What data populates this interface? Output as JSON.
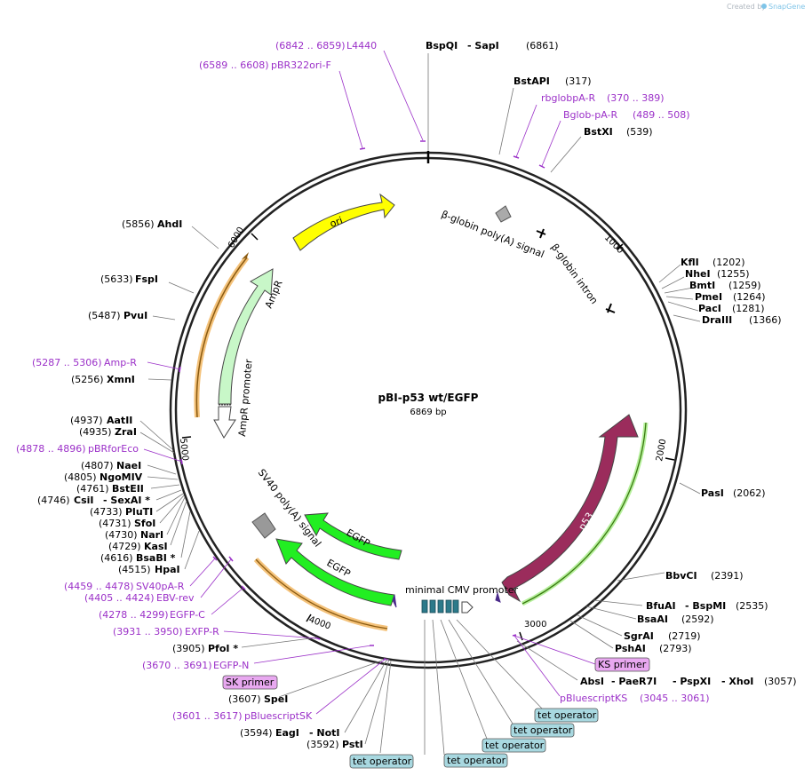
{
  "watermark": {
    "text": "Created by",
    "brand": "SnapGene"
  },
  "plasmid": {
    "name": "pBI-p53 wt/EGFP",
    "size": "6869 bp"
  },
  "ruler": [
    "1000",
    "2000",
    "3000",
    "4000",
    "5000",
    "6000"
  ],
  "features": {
    "ori": "ori",
    "ampr": "AmpR",
    "ampr_promoter": "AmpR promoter",
    "beta_globin_polya": "β-globin poly(A) signal",
    "beta_globin_intron": "β-globin intron",
    "p53": "p53",
    "egfp_1": "EGFP",
    "egfp_2": "EGFP",
    "sv40_polya": "SV40 poly(A) signal",
    "minimal_cmv": "minimal CMV promoter"
  },
  "sites": {
    "bspqi": "BspQI",
    "sapi": "- SapI",
    "bspqi_pos": "(6861)",
    "bstapi": "BstAPI",
    "bstapi_pos": "(317)",
    "bstxi": "BstXI",
    "bstxi_pos": "(539)",
    "kfli": "KflI",
    "kfli_pos": "(1202)",
    "nhei": "NheI",
    "nhei_pos": "(1255)",
    "bmti": "BmtI",
    "bmti_pos": "(1259)",
    "pmei": "PmeI",
    "pmei_pos": "(1264)",
    "paci": "PacI",
    "paci_pos": "(1281)",
    "draiii": "DraIII",
    "draiii_pos": "(1366)",
    "pasi": "PasI",
    "pasi_pos": "(2062)",
    "bbvci": "BbvCI",
    "bbvci_pos": "(2391)",
    "bfuai": "BfuAI",
    "bspmi": "- BspMI",
    "bfuai_pos": "(2535)",
    "bsaai": "BsaAI",
    "bsaai_pos": "(2592)",
    "sgrai": "SgrAI",
    "sgrai_pos": "(2719)",
    "pshai": "PshAI",
    "pshai_pos": "(2793)",
    "absi": "AbsI",
    "paer7i": "- PaeR7I",
    "pspxi": "- PspXI",
    "xhoi": "- XhoI",
    "absi_pos": "(3057)",
    "ahdi": "AhdI",
    "ahdi_pos": "(5856)",
    "fspi": "FspI",
    "fspi_pos": "(5633)",
    "pvui": "PvuI",
    "pvui_pos": "(5487)",
    "xmni": "XmnI",
    "xmni_pos": "(5256)",
    "aatii": "AatII",
    "aatii_pos": "(4937)",
    "zrai": "ZraI",
    "zrai_pos": "(4935)",
    "naei": "NaeI",
    "naei_pos": "(4807)",
    "ngomiv": "NgoMIV",
    "ngomiv_pos": "(4805)",
    "bsteii": "BstEII",
    "bsteii_pos": "(4761)",
    "csii": "CsiI",
    "sexai": "- SexAI *",
    "csii_pos": "(4746)",
    "pluti": "PluTI",
    "pluti_pos": "(4733)",
    "sfoi": "SfoI",
    "sfoi_pos": "(4731)",
    "nari": "NarI",
    "nari_pos": "(4730)",
    "kasi": "KasI",
    "kasi_pos": "(4729)",
    "bsabi": "BsaBI *",
    "bsabi_pos": "(4616)",
    "hpai": "HpaI",
    "hpai_pos": "(4515)",
    "pfoi": "PfoI *",
    "pfoi_pos": "(3905)",
    "spei": "SpeI",
    "spei_pos": "(3607)",
    "eagi": "EagI",
    "noti": "- NotI",
    "eagi_pos": "(3594)",
    "psti": "PstI",
    "psti_pos": "(3592)"
  },
  "primers": {
    "l4440": "L4440",
    "l4440_pos": "(6842 .. 6859)",
    "pbr322ori": "pBR322ori-F",
    "pbr322ori_pos": "(6589 .. 6608)",
    "rbglobpa": "rbglobpA-R",
    "rbglobpa_pos": "(370 .. 389)",
    "bglobpa": "Bglob-pA-R",
    "bglobpa_pos": "(489 .. 508)",
    "ampr": "Amp-R",
    "ampr_pos": "(5287 .. 5306)",
    "pbrforeco": "pBRforEco",
    "pbrforeco_pos": "(4878 .. 4896)",
    "sv40pa": "SV40pA-R",
    "sv40pa_pos": "(4459 .. 4478)",
    "ebv": "EBV-rev",
    "ebv_pos": "(4405 .. 4424)",
    "egfpc": "EGFP-C",
    "egfpc_pos": "(4278 .. 4299)",
    "exfpr": "EXFP-R",
    "exfpr_pos": "(3931 .. 3950)",
    "egfpn": "EGFP-N",
    "egfpn_pos": "(3670 .. 3691)",
    "pbluescriptsk": "pBluescriptSK",
    "pbluescriptsk_pos": "(3601 .. 3617)",
    "pbluescriptks": "pBluescriptKS",
    "pbluescriptks_pos": "(3045 .. 3061)"
  },
  "boxes": {
    "ks_primer": "KS primer",
    "sk_primer": "SK primer",
    "tet1": "tet operator",
    "tet2": "tet operator",
    "tet3": "tet operator",
    "tet4": "tet operator",
    "tet5": "tet operator"
  },
  "colors": {
    "backbone": "#222222",
    "ori": "#ffff00",
    "ampr": "#c8f7c8",
    "p53": "#9b2c5c",
    "egfp": "#22ee22",
    "primer": "#9b30c8",
    "box_tet": "#a8d8e0",
    "box_primer": "#e8a8f0",
    "tet_block": "#2c7a8a"
  }
}
